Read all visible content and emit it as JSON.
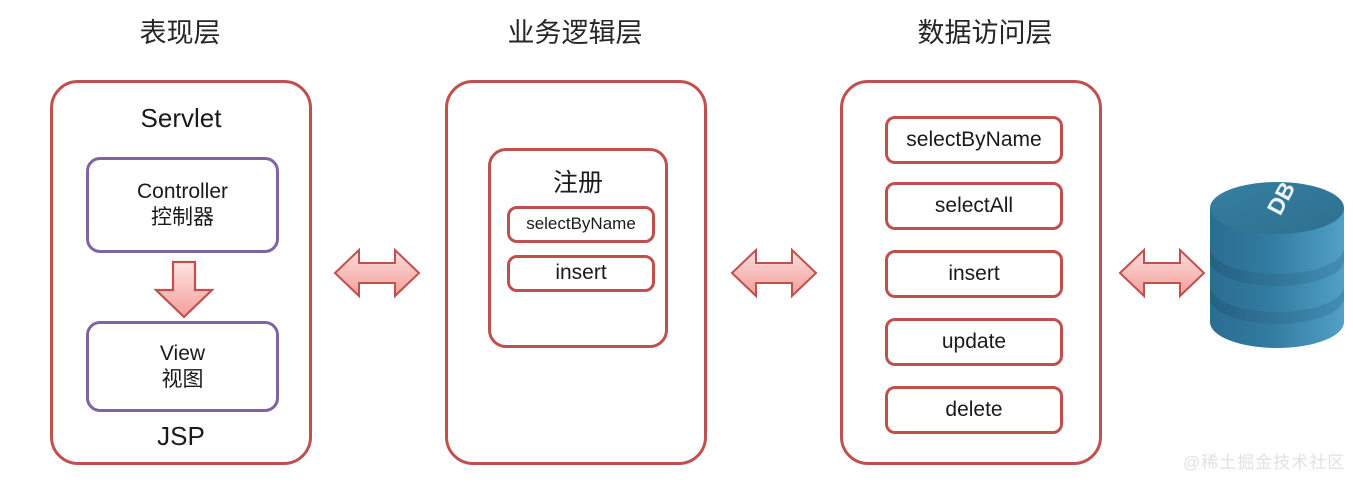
{
  "diagram": {
    "title_columns": [
      {
        "label": "表现层"
      },
      {
        "label": "业务逻辑层"
      },
      {
        "label": "数据访问层"
      }
    ],
    "colors": {
      "red_border": "#c0504d",
      "purple_border": "#8064a2",
      "arrow_fill_light": "#fbd5d3",
      "arrow_fill_dark": "#f4a9a5",
      "arrow_border": "#c0504d",
      "db_top": "#31708f",
      "db_body_dark": "#2a6a91",
      "db_body_light": "#4a96bd",
      "watermark": "#e2e2e2"
    },
    "presentation_layer": {
      "top_label": "Servlet",
      "bottom_label": "JSP",
      "controller": {
        "line1": "Controller",
        "line2": "控制器"
      },
      "view": {
        "line1": "View",
        "line2": "视图"
      },
      "flow_arrow": "down-arrow"
    },
    "business_layer": {
      "module_label": "注册",
      "methods": [
        {
          "label": "selectByName"
        },
        {
          "label": "insert"
        }
      ]
    },
    "data_access_layer": {
      "methods": [
        {
          "label": "selectByName"
        },
        {
          "label": "selectAll"
        },
        {
          "label": "insert"
        },
        {
          "label": "update"
        },
        {
          "label": "delete"
        }
      ]
    },
    "database": {
      "label": "DB"
    },
    "connectors": [
      {
        "name": "presentation-to-business",
        "type": "double-arrow"
      },
      {
        "name": "business-to-data",
        "type": "double-arrow"
      },
      {
        "name": "data-to-database",
        "type": "double-arrow"
      }
    ],
    "watermark": "@稀土掘金技术社区"
  }
}
